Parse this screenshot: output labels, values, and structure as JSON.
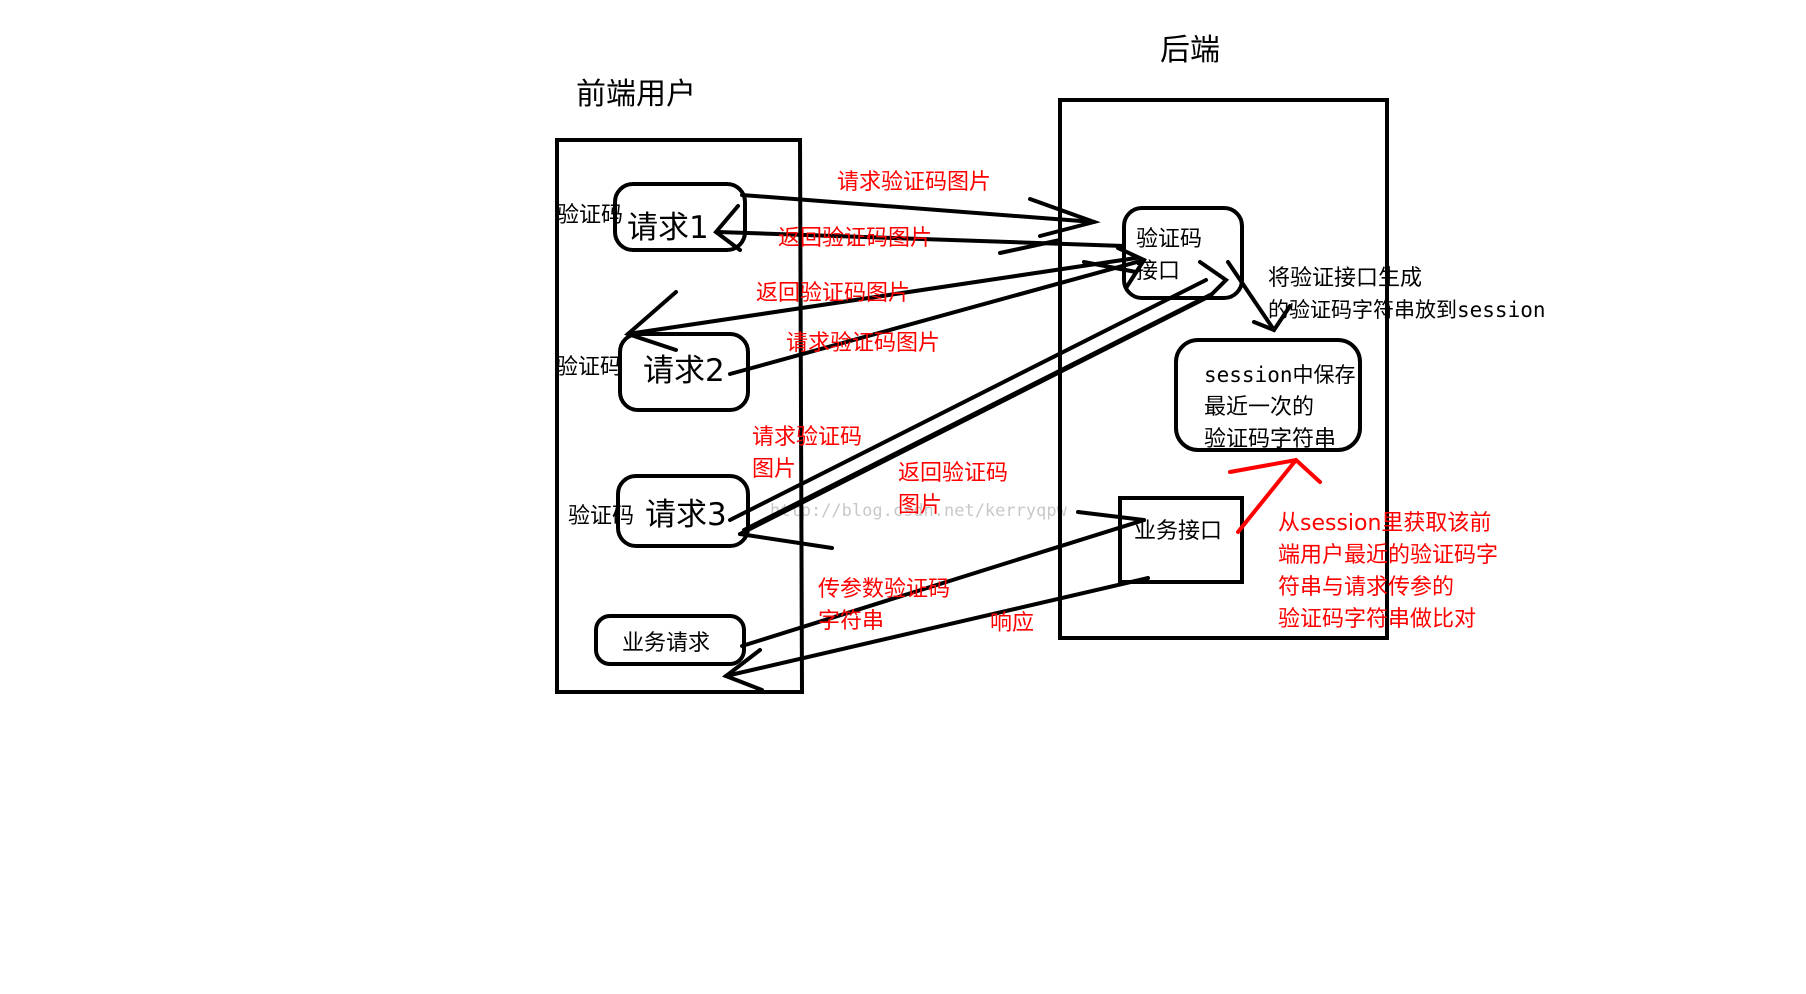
{
  "diagram": {
    "titles": {
      "frontend": "前端用户",
      "backend": "后端"
    },
    "frontend": {
      "label_captcha_1": "验证码",
      "request1": "请求1",
      "label_captcha_2": "验证码",
      "request2": "请求2",
      "label_captcha_3": "验证码",
      "request3": "请求3",
      "business_request": "业务请求"
    },
    "backend": {
      "captcha_api_line1": "验证码",
      "captcha_api_line2": "接口",
      "session_line1": "session中保存",
      "session_line2": "最近一次的",
      "session_line3": "验证码字符串",
      "business_api": "业务接口"
    },
    "arrows": {
      "req_img_1": "请求验证码图片",
      "ret_img_1": "返回验证码图片",
      "ret_img_2": "返回验证码图片",
      "req_img_2": "请求验证码图片",
      "req_img_3_line1": "请求验证码",
      "req_img_3_line2": "图片",
      "ret_img_3_line1": "返回验证码",
      "ret_img_3_line2": "图片",
      "pass_param_line1": "传参数验证码",
      "pass_param_line2": "字符串",
      "response": "响应"
    },
    "notes": {
      "generate_line1": "将验证接口生成",
      "generate_line2": "的验证码字符串放到session",
      "compare_line1": "从session里获取该前",
      "compare_line2": "端用户最近的验证码字",
      "compare_line3": "符串与请求传参的",
      "compare_line4": "验证码字符串做比对"
    },
    "watermark": "http://blog.csdn.net/kerryqpw",
    "colors": {
      "ink": "#000000",
      "annotation": "#ff0000",
      "watermark": "#c8c8c8"
    }
  }
}
